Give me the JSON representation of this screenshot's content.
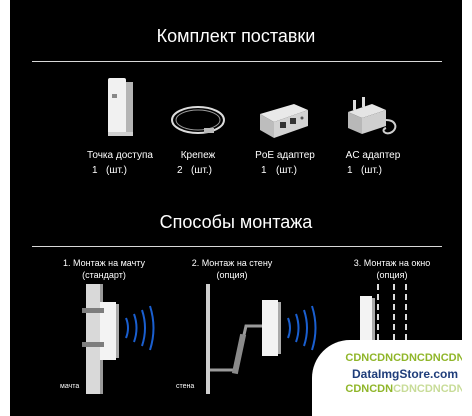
{
  "kit": {
    "title": "Комплект поставки",
    "unit": "(шт.)",
    "items": [
      {
        "label": "Точка доступа",
        "qty": "1",
        "icon": "access-point-icon"
      },
      {
        "label": "Крепеж",
        "qty": "2",
        "icon": "mount-strap-icon"
      },
      {
        "label": "PoE адаптер",
        "qty": "1",
        "icon": "poe-adapter-icon"
      },
      {
        "label": "AC адаптер",
        "qty": "1",
        "icon": "ac-adapter-icon"
      }
    ]
  },
  "mount": {
    "title": "Способы монтажа",
    "methods": [
      {
        "line1": "1. Монтаж на мачту",
        "line2": "(стандарт)",
        "tag": "мачта"
      },
      {
        "line1": "2. Монтаж на стену",
        "line2": "(опция)",
        "tag": "стена"
      },
      {
        "line1": "3. Монтаж на окно",
        "line2": "(опция)",
        "tag": ""
      }
    ]
  },
  "watermark": {
    "line1a": "CDNCDNCDNCDNCDN",
    "line2": "DataImgStore.com",
    "line3a": "CDNCDN",
    "line3b": "CDNCDNCDN"
  },
  "colors": {
    "background": "#000000",
    "text": "#ffffff",
    "signal": "#1a5fd0",
    "watermark_green": "#90b62a",
    "watermark_blue": "#1f3d7a"
  }
}
